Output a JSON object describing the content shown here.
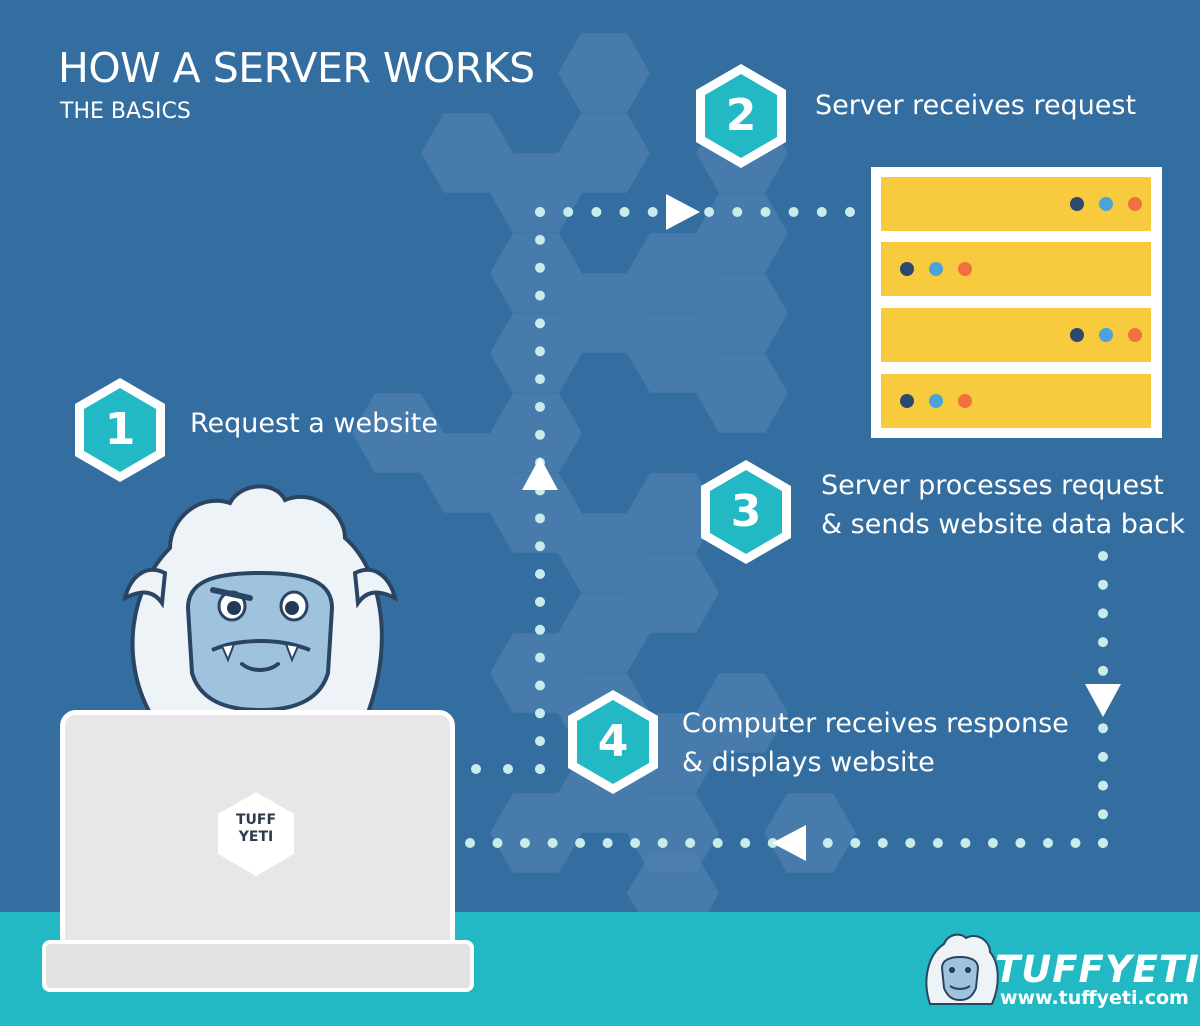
{
  "header": {
    "title": "HOW A SERVER WORKS",
    "subtitle": "THE BASICS"
  },
  "steps": [
    {
      "number": "1",
      "label_lines": [
        "Request a website"
      ]
    },
    {
      "number": "2",
      "label_lines": [
        "Server receives request"
      ]
    },
    {
      "number": "3",
      "label_lines": [
        "Server processes request",
        "& sends website data back"
      ]
    },
    {
      "number": "4",
      "label_lines": [
        "Computer receives response",
        "& displays website"
      ]
    }
  ],
  "laptop_logo": {
    "line1": "TUFF",
    "line2": "YETI"
  },
  "footer": {
    "brand": "TUFFYETI",
    "url": "www.tuffyeti.com"
  },
  "colors": {
    "background": "#346da0",
    "hexagon": "#4d80b0",
    "teal": "#22b9c4",
    "server_unit": "#f7cb3d",
    "dot_navy": "#2c4a6e",
    "dot_blue": "#4aa3d9",
    "dot_orange": "#f1703f",
    "connector_dots": "#c8ece9"
  }
}
